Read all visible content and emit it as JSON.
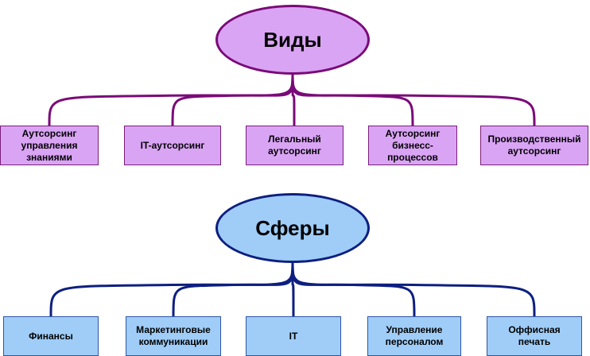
{
  "colors": {
    "top_fill": "#d9a4f4",
    "top_stroke": "#7a0a78",
    "bottom_fill": "#9fcdf8",
    "bottom_stroke": "#0d1f80"
  },
  "top": {
    "title": "Виды",
    "items": [
      "Аутсорсинг\nуправления\nзнаниями",
      "IT-аутсорсинг",
      "Легальный\nаутсорсинг",
      "Аутсорсинг\nбизнесс-\nпроцессов",
      "Производственный\nаутсорсинг"
    ]
  },
  "bottom": {
    "title": "Сферы",
    "items": [
      "Финансы",
      "Маркетинговые\nкоммуникации",
      "IT",
      "Управление\nперсоналом",
      "Оффисная\nпечать"
    ]
  }
}
